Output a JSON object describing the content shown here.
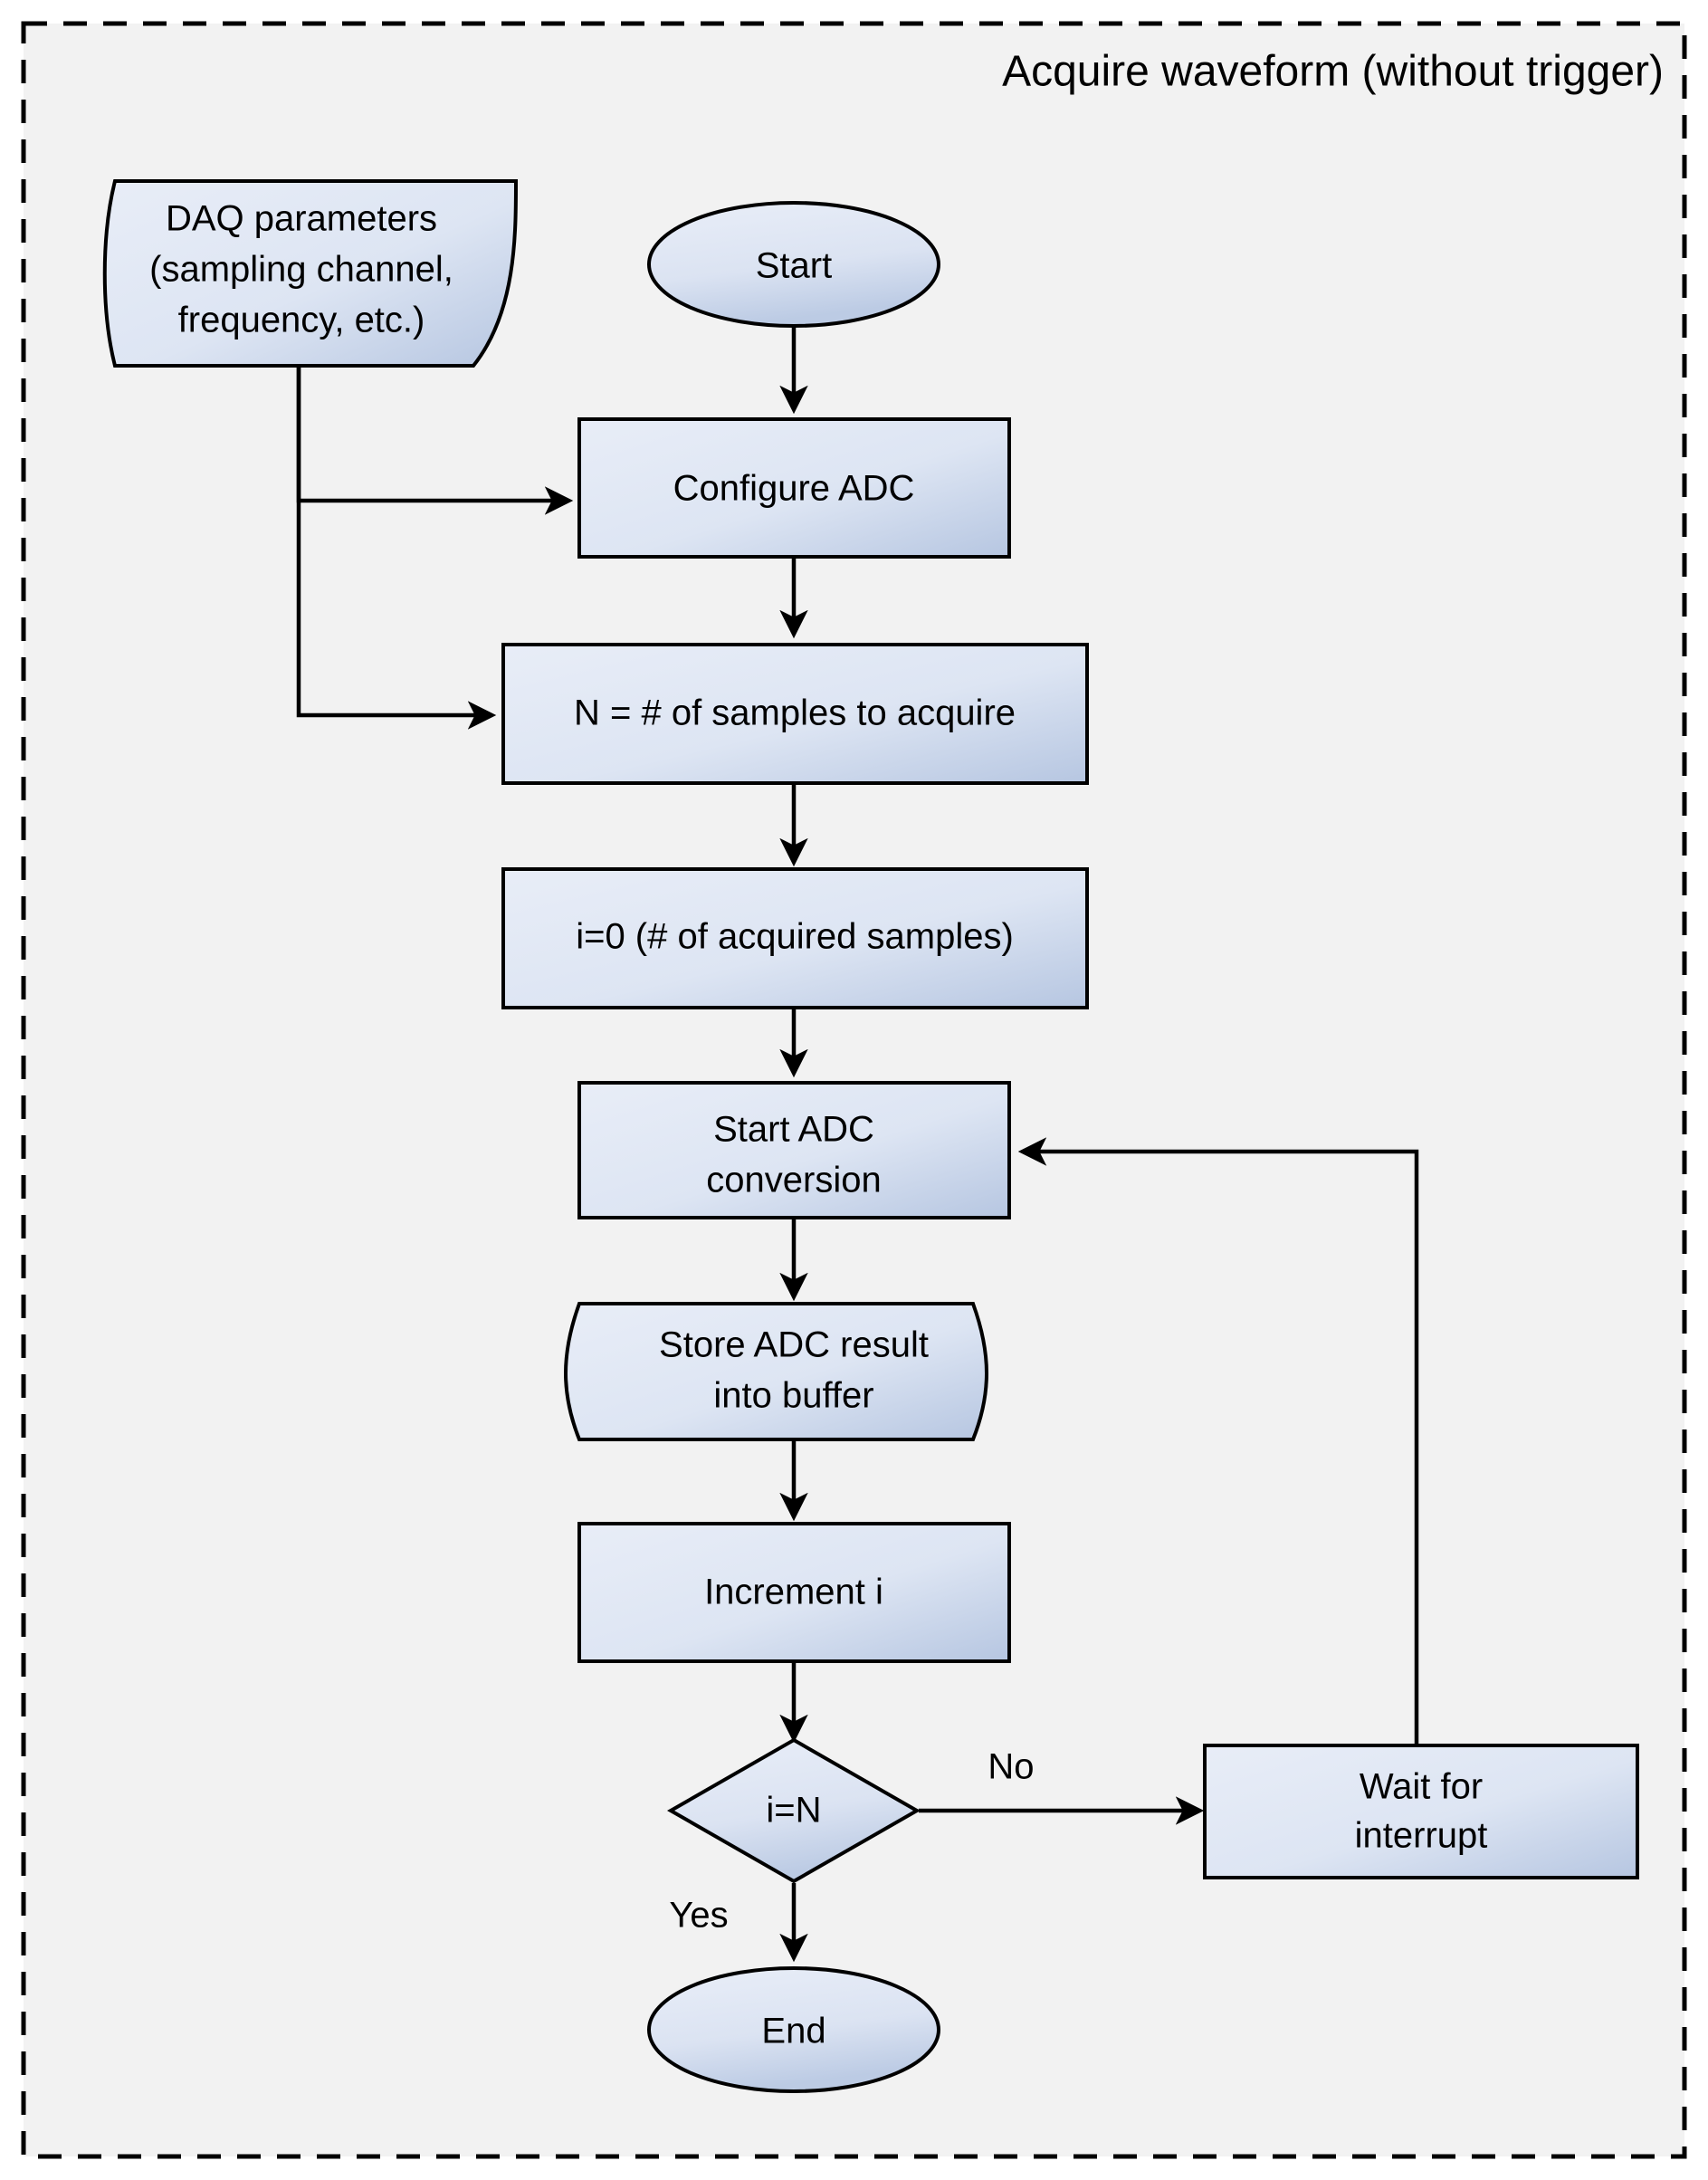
{
  "page": {
    "background": "#ffffff",
    "panel_background": "#f2f2f2",
    "border_style": "dashed",
    "border_color": "#000000"
  },
  "header": {
    "title": "Acquire waveform (without trigger)"
  },
  "colors": {
    "shape_fill_light": "#e4eaf5",
    "shape_fill_dark": "#b8c8e2",
    "shape_stroke": "#000000",
    "connector": "#000000",
    "text": "#000000"
  },
  "chart_data": {
    "type": "diagram",
    "title": "Acquire waveform (without trigger)",
    "nodes": [
      {
        "id": "daq_params",
        "shape": "document",
        "label": "DAQ parameters\n(sampling channel,\nfrequency, etc.)",
        "lines": [
          "DAQ parameters",
          "(sampling channel,",
          "frequency, etc.)"
        ]
      },
      {
        "id": "start",
        "shape": "ellipse",
        "label": "Start",
        "lines": [
          "Start"
        ]
      },
      {
        "id": "configure_adc",
        "shape": "process",
        "label": "Configure ADC",
        "lines": [
          "Configure ADC"
        ]
      },
      {
        "id": "n_samples",
        "shape": "process",
        "label": "N = # of samples to acquire",
        "lines": [
          "N = # of samples to acquire"
        ]
      },
      {
        "id": "i_zero",
        "shape": "process",
        "label": "i=0 (# of acquired samples)",
        "lines": [
          "i=0 (# of acquired samples)"
        ]
      },
      {
        "id": "start_conversion",
        "shape": "process",
        "label": "Start ADC conversion",
        "lines": [
          "Start ADC",
          "conversion"
        ]
      },
      {
        "id": "store_result",
        "shape": "document",
        "label": "Store ADC result into buffer",
        "lines": [
          "Store ADC result",
          "into buffer"
        ]
      },
      {
        "id": "increment_i",
        "shape": "process",
        "label": "Increment i",
        "lines": [
          "Increment i"
        ]
      },
      {
        "id": "decision",
        "shape": "diamond",
        "label": "i=N",
        "lines": [
          "i=N"
        ]
      },
      {
        "id": "wait_interrupt",
        "shape": "process",
        "label": "Wait for interrupt",
        "lines": [
          "Wait for",
          "interrupt"
        ]
      },
      {
        "id": "end",
        "shape": "ellipse",
        "label": "End",
        "lines": [
          "End"
        ]
      }
    ],
    "edges": [
      {
        "from": "daq_params",
        "to": "configure_adc",
        "label": ""
      },
      {
        "from": "daq_params",
        "to": "n_samples",
        "label": ""
      },
      {
        "from": "start",
        "to": "configure_adc",
        "label": ""
      },
      {
        "from": "configure_adc",
        "to": "n_samples",
        "label": ""
      },
      {
        "from": "n_samples",
        "to": "i_zero",
        "label": ""
      },
      {
        "from": "i_zero",
        "to": "start_conversion",
        "label": ""
      },
      {
        "from": "start_conversion",
        "to": "store_result",
        "label": ""
      },
      {
        "from": "store_result",
        "to": "increment_i",
        "label": ""
      },
      {
        "from": "increment_i",
        "to": "decision",
        "label": ""
      },
      {
        "from": "decision",
        "to": "wait_interrupt",
        "label": "No"
      },
      {
        "from": "decision",
        "to": "end",
        "label": "Yes"
      },
      {
        "from": "wait_interrupt",
        "to": "start_conversion",
        "label": ""
      }
    ]
  },
  "labels": {
    "daq_line1": "DAQ parameters",
    "daq_line2": "(sampling channel,",
    "daq_line3": "frequency, etc.)",
    "start": "Start",
    "configure_adc": "Configure ADC",
    "n_samples": "N = # of samples to acquire",
    "i_zero": "i=0 (# of acquired samples)",
    "start_conversion_line1": "Start ADC",
    "start_conversion_line2": "conversion",
    "store_result_line1": "Store ADC result",
    "store_result_line2": "into buffer",
    "increment_i": "Increment i",
    "decision": "i=N",
    "wait_line1": "Wait for",
    "wait_line2": "interrupt",
    "end": "End",
    "edge_no": "No",
    "edge_yes": "Yes"
  }
}
